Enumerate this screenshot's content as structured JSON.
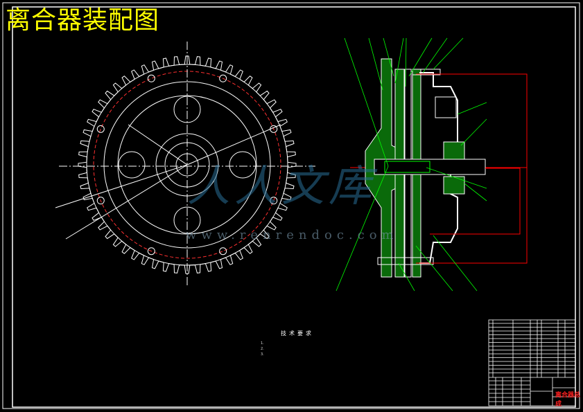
{
  "drawing": {
    "title": "离合器装配图",
    "technical_requirements": {
      "heading": "技术要求",
      "lines": [
        "1.",
        "2.",
        "3."
      ]
    },
    "title_block": {
      "name": "离合器总成"
    },
    "watermark": {
      "brand": "人人文库",
      "url": "www.renrendoc.com"
    }
  },
  "colors": {
    "background": "#000000",
    "outline": "#ffffff",
    "title": "#ffff00",
    "centerline": "#ff0000",
    "leader": "#00ff00",
    "hatch": "#00a000"
  },
  "gear": {
    "tooth_count": 60,
    "bolt_holes": 8,
    "large_holes": 4
  }
}
